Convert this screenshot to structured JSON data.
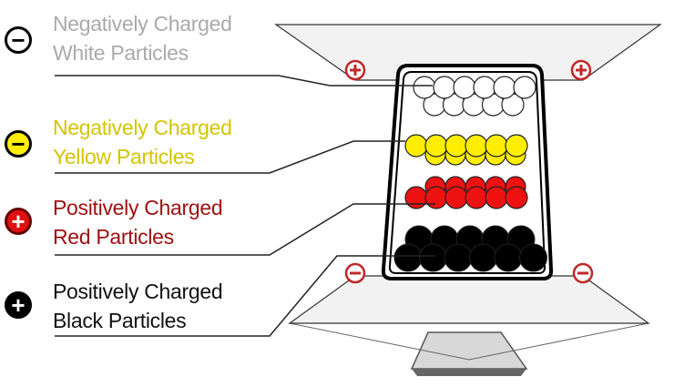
{
  "labels": [
    {
      "charge": "minus",
      "line1": "Negatively Charged",
      "line2": "White Particles",
      "text_color": "#aaaaaa",
      "icon_fill": "#ffffff",
      "icon_color": "#000000"
    },
    {
      "charge": "minus",
      "line1": "Negatively Charged",
      "line2": "Yellow Particles",
      "text_color": "#d4c400",
      "icon_fill": "#ffee00",
      "icon_color": "#000000"
    },
    {
      "charge": "plus",
      "line1": "Positively Charged",
      "line2": "Red Particles",
      "text_color": "#a01010",
      "icon_fill": "#e01010",
      "icon_color": "#ffffff"
    },
    {
      "charge": "plus",
      "line1": "Positively Charged",
      "line2": "Black Particles",
      "text_color": "#111111",
      "icon_fill": "#000000",
      "icon_color": "#ffffff"
    }
  ],
  "plates": {
    "top_charge": "+",
    "bottom_charge": "−",
    "charge_color": "#c0282a"
  },
  "particle_colors": {
    "white": "#ffffff",
    "yellow": "#ffee00",
    "red": "#ee1111",
    "black": "#000000"
  }
}
